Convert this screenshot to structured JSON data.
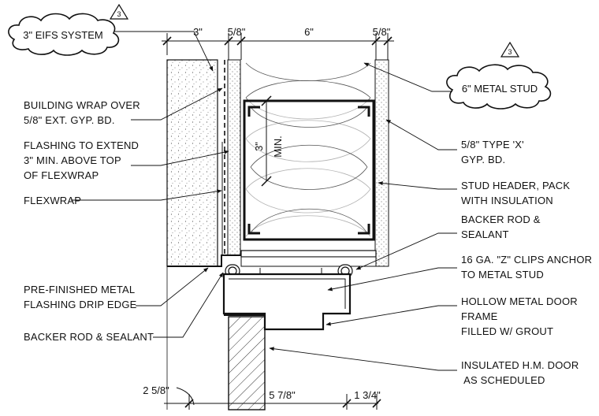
{
  "dimensions": {
    "top": [
      "3\"",
      "5/8\"",
      "6\"",
      "5/8\""
    ],
    "bottom": [
      "2 5/8\"",
      "5 7/8\"",
      "1 3/4\""
    ],
    "min_value": "3\"",
    "min_text": "MIN."
  },
  "clouds": [
    {
      "text": "3\" EIFS SYSTEM",
      "revision": "3"
    },
    {
      "text": "6\" METAL STUD",
      "revision": "3"
    }
  ],
  "left_labels": [
    [
      "BUILDING WRAP OVER",
      "5/8\" EXT. GYP. BD."
    ],
    [
      "FLASHING TO EXTEND",
      "3\" MIN. ABOVE TOP",
      "OF FLEXWRAP"
    ],
    [
      "FLEXWRAP"
    ],
    [
      "PRE-FINISHED METAL",
      "FLASHING DRIP EDGE"
    ],
    [
      "BACKER ROD & SEALANT"
    ]
  ],
  "right_labels": [
    [
      "5/8\" TYPE 'X'",
      "GYP. BD."
    ],
    [
      "STUD HEADER, PACK",
      "WITH INSULATION"
    ],
    [
      "BACKER ROD &",
      "SEALANT"
    ],
    [
      "16 GA. \"Z\" CLIPS ANCHOR",
      "TO METAL STUD"
    ],
    [
      "HOLLOW METAL DOOR",
      "FRAME",
      "FILLED W/ GROUT"
    ],
    [
      "INSULATED H.M. DOOR",
      " AS SCHEDULED"
    ]
  ]
}
